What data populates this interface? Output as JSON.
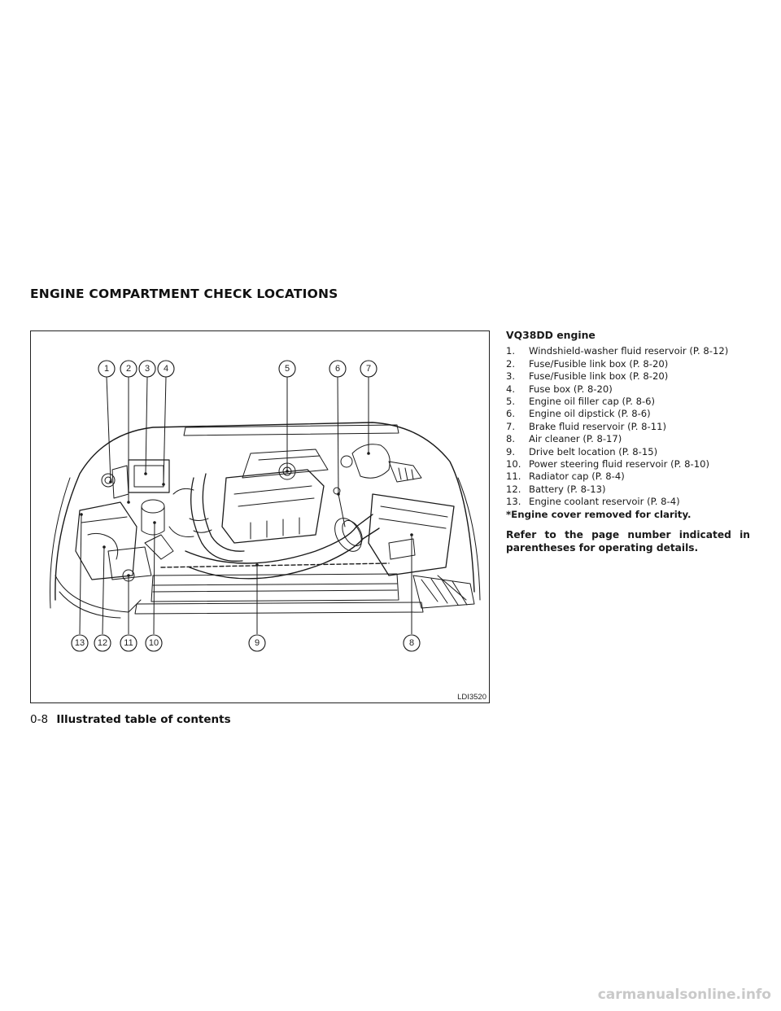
{
  "section_title": "ENGINE COMPARTMENT CHECK LOCATIONS",
  "figure": {
    "code": "LDI3520",
    "callouts_top": [
      "1",
      "2",
      "3",
      "4",
      "5",
      "6",
      "7"
    ],
    "callouts_bottom": [
      "13",
      "12",
      "11",
      "10",
      "9",
      "8"
    ]
  },
  "legend": {
    "heading": "VQ38DD engine",
    "items": [
      {
        "num": "1.",
        "text": "Windshield-washer fluid reservoir (P. 8-12)"
      },
      {
        "num": "2.",
        "text": "Fuse/Fusible link box (P. 8-20)"
      },
      {
        "num": "3.",
        "text": "Fuse/Fusible link box (P. 8-20)"
      },
      {
        "num": "4.",
        "text": "Fuse box (P. 8-20)"
      },
      {
        "num": "5.",
        "text": "Engine oil filler cap (P. 8-6)"
      },
      {
        "num": "6.",
        "text": "Engine oil dipstick (P. 8-6)"
      },
      {
        "num": "7.",
        "text": "Brake fluid reservoir (P. 8-11)"
      },
      {
        "num": "8.",
        "text": "Air cleaner (P. 8-17)"
      },
      {
        "num": "9.",
        "text": "Drive belt location (P. 8-15)"
      },
      {
        "num": "10.",
        "text": "Power steering fluid reservoir (P. 8-10)"
      },
      {
        "num": "11.",
        "text": "Radiator cap (P. 8-4)"
      },
      {
        "num": "12.",
        "text": "Battery (P. 8-13)"
      },
      {
        "num": "13.",
        "text": "Engine coolant reservoir (P. 8-4)"
      }
    ],
    "note": "*Engine cover removed for clarity.",
    "refer": "Refer to the page number indicated in parentheses for operating details."
  },
  "footer": {
    "page_number": "0-8",
    "title": "Illustrated table of contents"
  },
  "watermark": "carmanualsonline.info"
}
